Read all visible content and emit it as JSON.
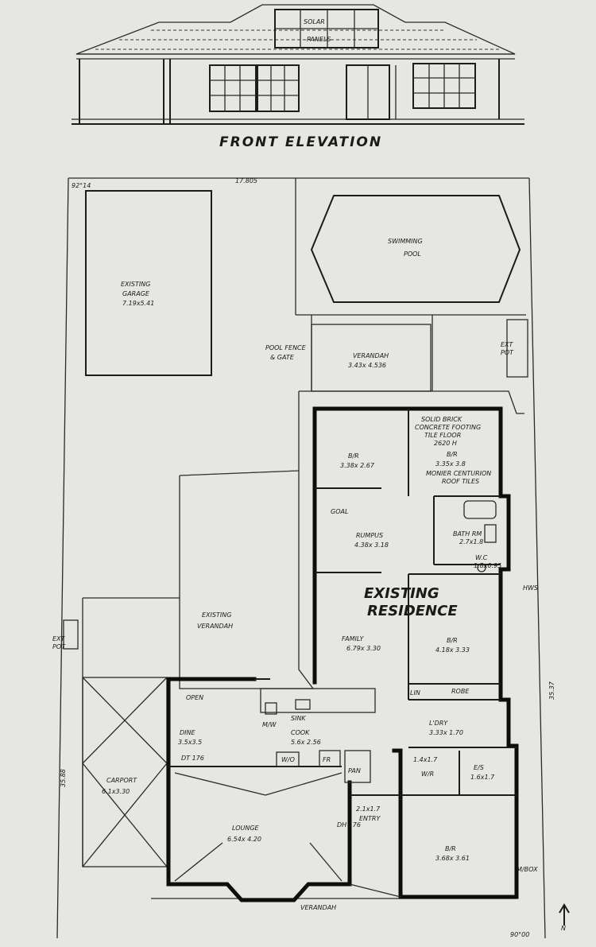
{
  "elevation": {
    "title": "FRONT ELEVATION",
    "solar_1": "SOLAR",
    "solar_2": "PANELS"
  },
  "boundary": {
    "angle": "92°14",
    "top_length": "17.805",
    "right_length": "35.37",
    "left_length": "35.88",
    "bottom_angle": "90°00"
  },
  "features": {
    "garage_1": "EXISTING",
    "garage_2": "GARAGE",
    "garage_3": "7.19x5.41",
    "pool_1": "SWIMMING",
    "pool_2": "POOL",
    "pool_fence_1": "POOL FENCE",
    "pool_fence_2": "& GATE",
    "verandah_top_1": "VERANDAH",
    "verandah_top_2": "3.43x 4.536",
    "ext_pot_right_1": "EXT",
    "ext_pot_right_2": "POT",
    "ext_pot_left_1": "EXT",
    "ext_pot_left_2": "POT",
    "existing_verandah_1": "EXISTING",
    "existing_verandah_2": "VERANDAH",
    "carport_1": "CARPORT",
    "carport_2": "6.1x3.30",
    "verandah_bottom": "VERANDAH",
    "hws": "HWS",
    "mbox": "M/BOX",
    "north": "N"
  },
  "rooms": {
    "residence_1": "EXISTING",
    "residence_2": "RESIDENCE",
    "construction_1": "SOLID BRICK",
    "construction_2": "CONCRETE FOOTING",
    "construction_3": "TILE FLOOR",
    "construction_4": "2620 H",
    "br1_name": "B/R",
    "br1_size": "3.38x 2.67",
    "br2_name": "B/R",
    "br2_size": "3.35x 3.8",
    "roof_note_1": "MONIER CENTURION",
    "roof_note_2": "ROOF TILES",
    "rumpus_name": "RUMPUS",
    "rumpus_size": "4.38x 3.18",
    "goal": "GOAL",
    "bath_name": "BATH RM",
    "bath_size": "2.7x1.8",
    "wc_name": "W.C",
    "wc_size": "1.8x0.95",
    "family_name": "FAMILY",
    "family_size": "6.79x 3.30",
    "br3_name": "B/R",
    "br3_size": "4.18x 3.33",
    "robe": "ROBE",
    "lin": "LIN",
    "lndry_name": "L'DRY",
    "lndry_size": "3.33x 1.70",
    "open": "OPEN",
    "dine_name": "DINE",
    "dine_size": "3.5x3.5",
    "dine_ht": "DT 176",
    "sink": "SINK",
    "mw": "M/W",
    "cook_name": "COOK",
    "cook_size": "5.6x 2.56",
    "wo": "W/O",
    "fr": "FR",
    "pan": "PAN",
    "lounge_name": "LOUNGE",
    "lounge_size": "6.54x 4.20",
    "entry_size": "2.1x1.7",
    "entry_name": "ENTRY",
    "entry_ht": "DH 176",
    "wir": "W/R",
    "ens": "E/S",
    "ens_size": "1.6x1.7",
    "wir_size": "1.4x1.7",
    "br4_name": "B/R",
    "br4_size": "3.68x 3.61"
  }
}
